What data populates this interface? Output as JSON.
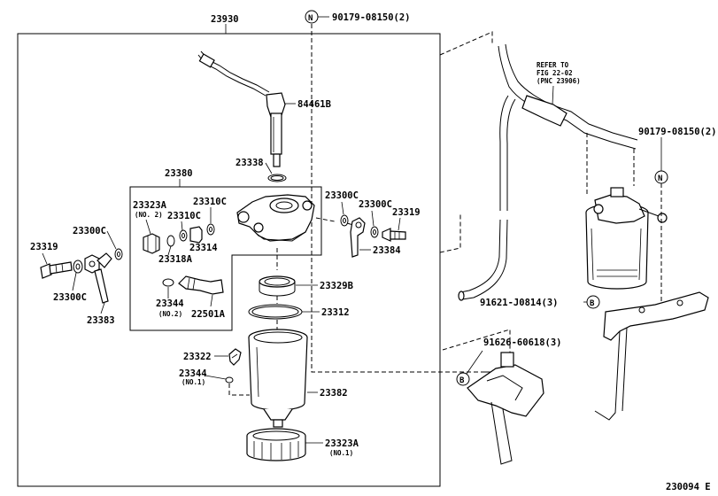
{
  "labels": {
    "p23930": "23930",
    "p84461B": "84461B",
    "p23338": "23338",
    "p23380": "23380",
    "p23323A_no2": "23323A",
    "note_no2_a": "(NO. 2)",
    "p23310C_a": "23310C",
    "p23310C_b": "23310C",
    "p23300C_a": "23300C",
    "p23300C_b": "23300C",
    "p23300C_c": "23300C",
    "p23300C_d": "23300C",
    "p23319_a": "23319",
    "p23319_b": "23319",
    "p23314": "23314",
    "p23318A": "23318A",
    "p23384": "23384",
    "p23383": "23383",
    "p23344_no2": "23344",
    "note_no2_b": "(NO.2)",
    "p22501A": "22501A",
    "p23329B": "23329B",
    "p23312": "23312",
    "p23322": "23322",
    "p23344_no1": "23344",
    "note_no1_a": "(NO.1)",
    "p23382": "23382",
    "p23323A_no1": "23323A",
    "note_no1_b": "(NO.1)",
    "bolt_top": "90179-08150(2)",
    "bolt_right": "90179-08150(2)",
    "bracket_a": "91621-J0814(3)",
    "bracket_b": "91626-60618(3)",
    "refer1": "REFER TO",
    "refer2": "FIG 22-02",
    "refer3": "(PNC 23906)",
    "marker_n": "N",
    "marker_b": "B",
    "figure_id": "230094 E"
  }
}
